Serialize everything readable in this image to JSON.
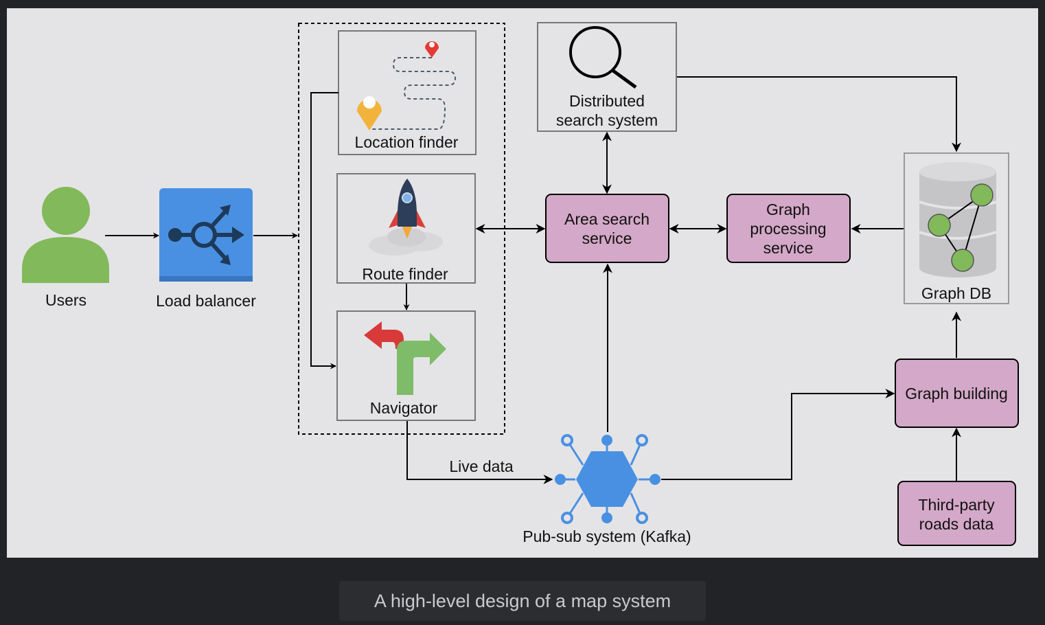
{
  "diagram": {
    "users": "Users",
    "load_balancer": "Load balancer",
    "location_finder": "Location finder",
    "route_finder": "Route finder",
    "navigator": "Navigator",
    "distributed_search_line1": "Distributed",
    "distributed_search_line2": "search system",
    "area_search_line1": "Area search",
    "area_search_line2": "service",
    "graph_processing_line1": "Graph",
    "graph_processing_line2": "processing",
    "graph_processing_line3": "service",
    "graph_db": "Graph DB",
    "graph_building": "Graph building",
    "third_party_line1": "Third-party",
    "third_party_line2": "roads data",
    "live_data": "Live data",
    "pubsub": "Pub-sub system (Kafka)"
  },
  "caption": "A high-level design of a map system",
  "colors": {
    "service_fill": "#d4a8c8",
    "green": "#82b95a",
    "blue": "#4a90e2",
    "background": "#e4e4e6"
  }
}
